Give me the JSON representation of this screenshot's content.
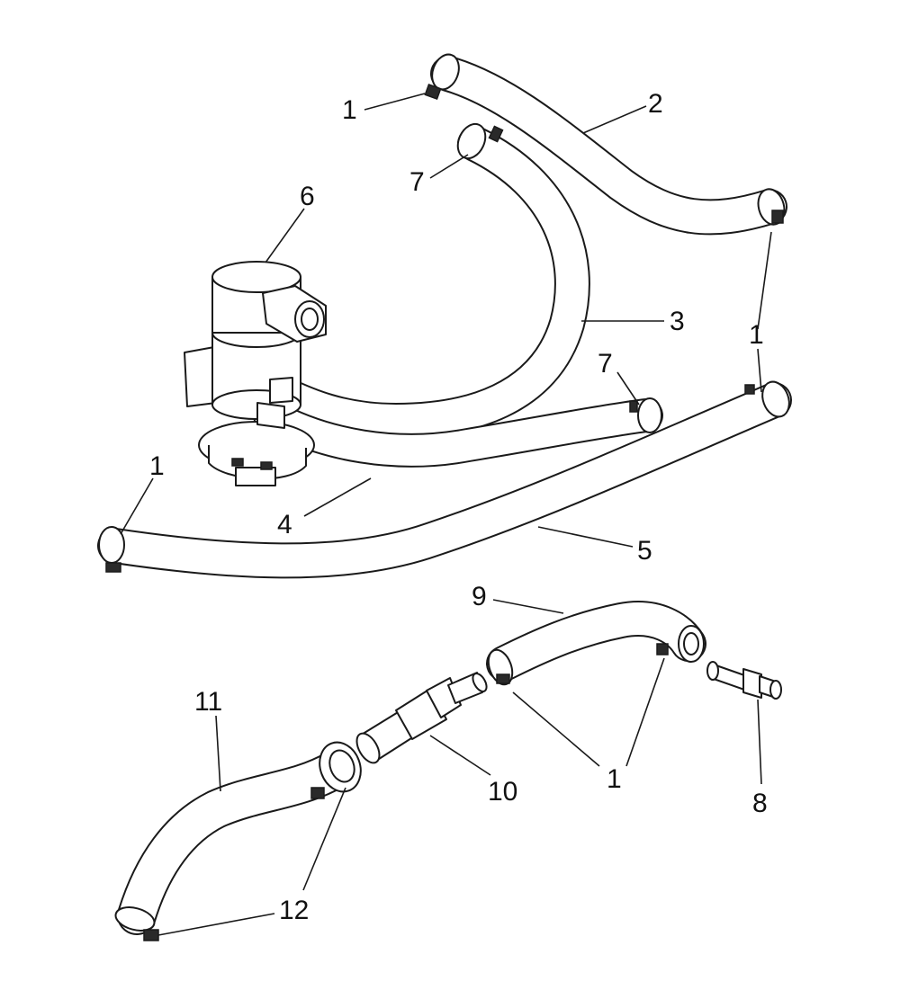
{
  "callouts": [
    {
      "id": "c1a",
      "label": "1"
    },
    {
      "id": "c1b",
      "label": "1"
    },
    {
      "id": "c1c",
      "label": "1"
    },
    {
      "id": "c1d",
      "label": "1"
    },
    {
      "id": "c2",
      "label": "2"
    },
    {
      "id": "c3",
      "label": "3"
    },
    {
      "id": "c4",
      "label": "4"
    },
    {
      "id": "c5",
      "label": "5"
    },
    {
      "id": "c6",
      "label": "6"
    },
    {
      "id": "c7a",
      "label": "7"
    },
    {
      "id": "c7b",
      "label": "7"
    },
    {
      "id": "c8",
      "label": "8"
    },
    {
      "id": "c9",
      "label": "9"
    },
    {
      "id": "c10",
      "label": "10"
    },
    {
      "id": "c11",
      "label": "11"
    },
    {
      "id": "c12",
      "label": "12"
    }
  ]
}
